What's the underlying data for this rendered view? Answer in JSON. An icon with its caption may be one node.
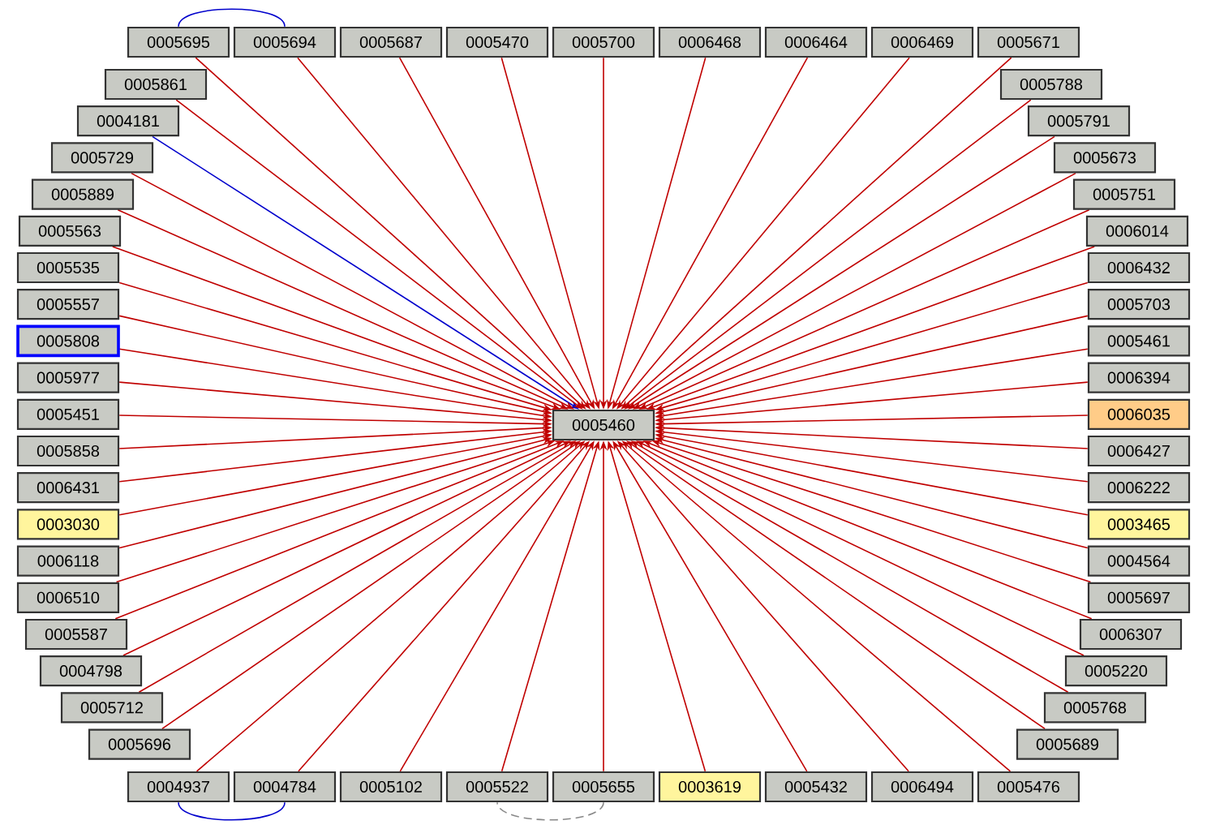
{
  "diagram": {
    "nodes": [
      {
        "text": [
          "0005460"
        ]
      },
      {
        "text": [
          "0004181"
        ]
      },
      {
        "text": [
          "0005687"
        ]
      },
      {
        "text": [
          "0006468"
        ]
      },
      {
        "text": [
          "0006464"
        ]
      },
      {
        "text": [
          "0005861"
        ]
      },
      {
        "text": [
          "0005470"
        ]
      },
      {
        "text": [
          "0006469"
        ]
      },
      {
        "text": [
          "0005791"
        ]
      },
      {
        "text": [
          "0005889"
        ]
      },
      {
        "text": [
          "0005700"
        ]
      },
      {
        "text": [
          "0005673"
        ]
      },
      {
        "text": [
          "0005535"
        ]
      },
      {
        "text": [
          "0005729"
        ]
      },
      {
        "text": [
          "0005694"
        ]
      },
      {
        "text": [
          "0005695"
        ]
      },
      {
        "text": [
          "0005671"
        ]
      },
      {
        "text": [
          "0006014"
        ]
      },
      {
        "text": [
          "0005557"
        ]
      },
      {
        "text": [
          "0005563"
        ]
      },
      {
        "text": [
          "0005788"
        ]
      },
      {
        "text": [
          "0005751"
        ]
      },
      {
        "text": [
          "0006432"
        ]
      },
      {
        "text": [
          "0005808"
        ]
      },
      {
        "text": [
          "0005977"
        ]
      },
      {
        "text": [
          "0005703"
        ]
      },
      {
        "text": [
          "0005461"
        ]
      },
      {
        "text": [
          "0006394"
        ]
      },
      {
        "text": [
          "0005451"
        ]
      },
      {
        "text": [
          "0005858"
        ]
      },
      {
        "text": [
          "0006431"
        ]
      },
      {
        "text": [
          "0006035"
        ]
      },
      {
        "text": [
          "0003030"
        ]
      },
      {
        "text": [
          "0006118"
        ]
      },
      {
        "text": [
          "0005587"
        ]
      },
      {
        "text": [
          "0004784"
        ]
      },
      {
        "text": [
          "0004564"
        ]
      },
      {
        "text": [
          "0006427"
        ]
      },
      {
        "text": [
          "0003465"
        ]
      },
      {
        "text": [
          "0006510"
        ]
      },
      {
        "text": [
          "0005768"
        ]
      },
      {
        "text": [
          "0006222"
        ]
      },
      {
        "text": [
          "0004937"
        ]
      },
      {
        "text": [
          "0005476"
        ]
      },
      {
        "text": [
          "0006307"
        ]
      },
      {
        "text": [
          "0005655"
        ]
      },
      {
        "text": [
          "0004798"
        ]
      },
      {
        "text": [
          "0005696"
        ]
      },
      {
        "text": [
          "0005697"
        ]
      },
      {
        "text": [
          "0005432"
        ]
      },
      {
        "text": [
          "0005522"
        ]
      },
      {
        "text": [
          "0005102"
        ]
      },
      {
        "text": [
          "0005712"
        ]
      },
      {
        "text": [
          "0005220"
        ]
      },
      {
        "text": [
          "0003619"
        ]
      },
      {
        "text": [
          "0006494"
        ]
      },
      {
        "text": [
          "0005689"
        ]
      }
    ],
    "edges": [
      {
        "from": 1,
        "to": 0,
        "arrow": "to",
        "color": "#0000cc"
      },
      {
        "from": 2,
        "to": 0,
        "arrow": "to"
      },
      {
        "from": 3,
        "to": 0,
        "arrow": "to"
      },
      {
        "from": 4,
        "to": 0,
        "arrow": "to"
      },
      {
        "from": 5,
        "to": 0,
        "arrow": "to"
      },
      {
        "from": 6,
        "to": 0,
        "arrow": "to"
      },
      {
        "from": 7,
        "to": 0,
        "arrow": "to"
      },
      {
        "from": 8,
        "to": 0,
        "arrow": "to"
      },
      {
        "from": 9,
        "to": 0,
        "arrow": "to"
      },
      {
        "from": 10,
        "to": 0,
        "arrow": "to"
      },
      {
        "from": 11,
        "to": 0,
        "arrow": "to"
      },
      {
        "from": 12,
        "to": 0,
        "arrow": "to"
      },
      {
        "from": 13,
        "to": 0,
        "arrow": "to"
      },
      {
        "from": 14,
        "to": 0,
        "arrow": "to"
      },
      {
        "from": 15,
        "to": 0,
        "arrow": "to"
      },
      {
        "from": 16,
        "to": 0,
        "arrow": "to"
      },
      {
        "from": 17,
        "to": 0,
        "arrow": "to"
      },
      {
        "from": 18,
        "to": 0,
        "arrow": "to"
      },
      {
        "from": 19,
        "to": 0,
        "arrow": "to"
      },
      {
        "from": 20,
        "to": 0,
        "arrow": "to"
      },
      {
        "from": 21,
        "to": 0,
        "arrow": "to"
      },
      {
        "from": 22,
        "to": 0,
        "arrow": "to"
      },
      {
        "from": 23,
        "to": 0,
        "arrow": "to"
      },
      {
        "from": 24,
        "to": 0,
        "arrow": "to"
      },
      {
        "from": 25,
        "to": 0,
        "arrow": "to"
      },
      {
        "from": 26,
        "to": 0,
        "arrow": "to"
      },
      {
        "from": 27,
        "to": 0,
        "arrow": "to"
      },
      {
        "from": 28,
        "to": 0,
        "arrow": "to"
      },
      {
        "from": 29,
        "to": 0,
        "arrow": "to"
      },
      {
        "from": 30,
        "to": 0,
        "arrow": "to"
      },
      {
        "from": 31,
        "to": 0,
        "arrow": "to"
      },
      {
        "from": 32,
        "to": 0,
        "arrow": "to"
      },
      {
        "from": 33,
        "to": 0,
        "arrow": "to"
      },
      {
        "from": 34,
        "to": 0,
        "arrow": "to"
      },
      {
        "from": 35,
        "to": 0,
        "arrow": "to"
      },
      {
        "from": 36,
        "to": 0,
        "arrow": "to"
      },
      {
        "from": 37,
        "to": 0,
        "arrow": "to"
      },
      {
        "from": 38,
        "to": 0,
        "arrow": "to"
      },
      {
        "from": 39,
        "to": 0,
        "arrow": "to"
      },
      {
        "from": 40,
        "to": 0,
        "arrow": "to"
      },
      {
        "from": 41,
        "to": 0,
        "arrow": "to"
      },
      {
        "from": 42,
        "to": 0,
        "arrow": "to"
      },
      {
        "from": 43,
        "to": 0,
        "arrow": "to"
      },
      {
        "from": 44,
        "to": 0,
        "arrow": "to"
      },
      {
        "from": 45,
        "to": 0,
        "arrow": "to"
      },
      {
        "from": 46,
        "to": 0,
        "arrow": "to"
      },
      {
        "from": 47,
        "to": 0,
        "arrow": "to"
      },
      {
        "from": 48,
        "to": 0,
        "arrow": "to"
      },
      {
        "from": 49,
        "to": 0,
        "arrow": "to"
      },
      {
        "from": 50,
        "to": 0,
        "arrow": "to"
      },
      {
        "from": 51,
        "to": 0,
        "arrow": "to"
      },
      {
        "from": 52,
        "to": 0,
        "arrow": "to"
      },
      {
        "from": 53,
        "to": 0,
        "arrow": "to"
      },
      {
        "from": 54,
        "to": 0,
        "arrow": "to"
      },
      {
        "from": 55,
        "to": 0,
        "arrow": "to"
      },
      {
        "from": 56,
        "to": 0,
        "arrow": "to"
      },
      {
        "from": 15,
        "to": 14,
        "arrow": "none",
        "color": "#0000cc"
      },
      {
        "from": 35,
        "to": 42,
        "arrow": "none",
        "color": "#0000cc"
      },
      {
        "from": 45,
        "to": 50,
        "arrow": "none",
        "style": "dashed",
        "color": "#888888"
      }
    ]
  }
}
